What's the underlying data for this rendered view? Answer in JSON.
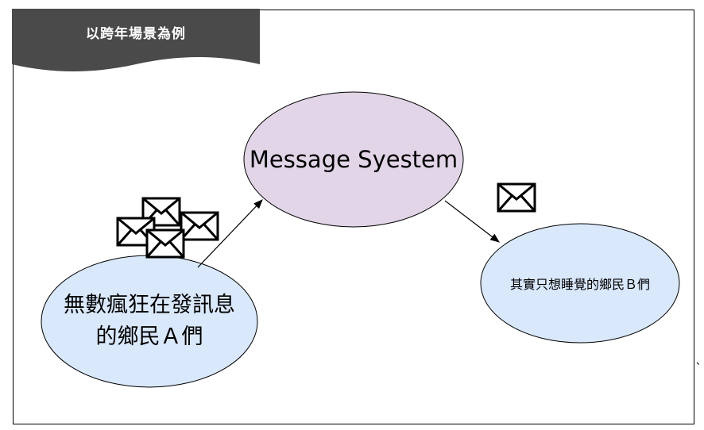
{
  "banner": {
    "label": "以跨年場景為例",
    "color": "#4a4a4a"
  },
  "nodes": {
    "message_system": {
      "label": "Message Syestem",
      "fill": "#e1d5e7"
    },
    "sender": {
      "line1": "無數瘋狂在發訊息",
      "line2": "的鄉民Ａ們",
      "fill": "#dae8fc"
    },
    "receiver": {
      "label": "其實只想睡覺的鄉民Ｂ們",
      "fill": "#dae8fc"
    }
  },
  "icons": {
    "sender_envelopes": [
      "envelope-icon",
      "envelope-icon",
      "envelope-icon",
      "envelope-icon"
    ],
    "in_transit_envelope": "envelope-icon"
  },
  "stray_mark": "、"
}
